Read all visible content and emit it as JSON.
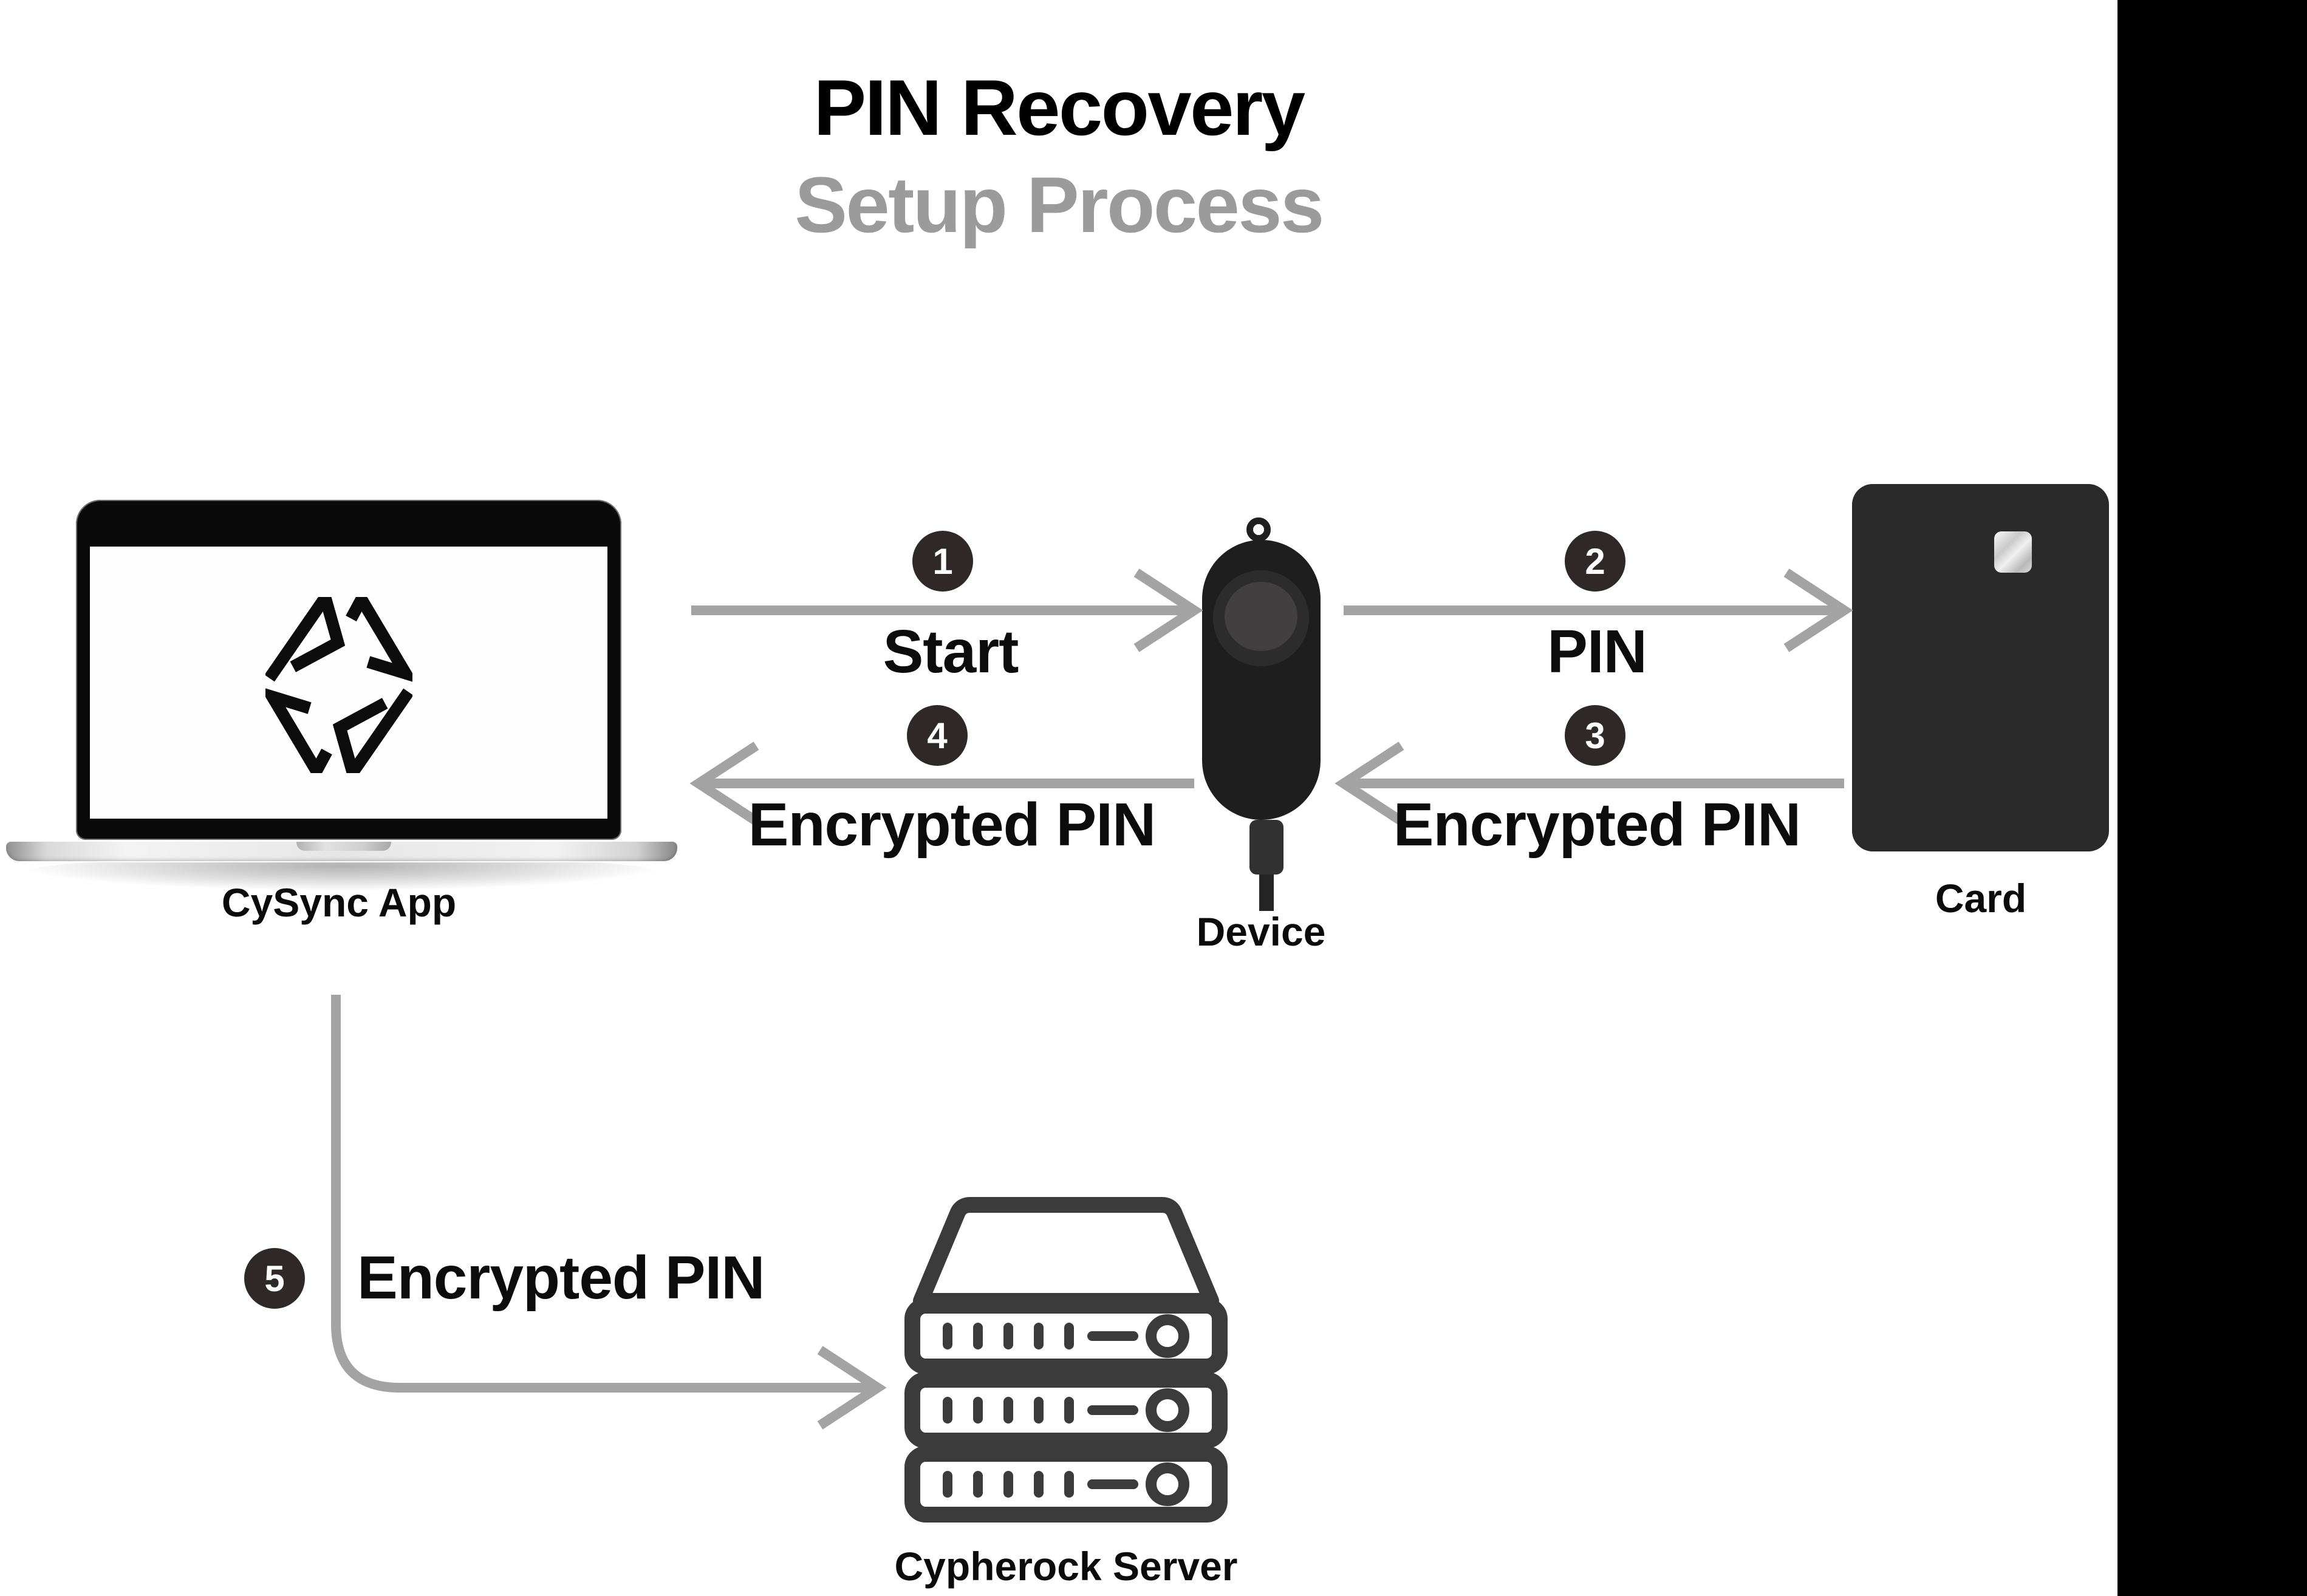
{
  "header": {
    "title": "PIN Recovery",
    "subtitle": "Setup Process"
  },
  "nodes": {
    "cysync": {
      "label": "CySync App",
      "icon": "laptop-with-cypherock-logo-icon"
    },
    "device": {
      "label": "Device",
      "icon": "hardware-wallet-device-icon"
    },
    "card": {
      "label": "Card",
      "icon": "smart-card-with-chip-icon"
    },
    "server": {
      "label": "Cypherock Server",
      "icon": "server-rack-icon"
    }
  },
  "steps": [
    {
      "number": "1",
      "label": "Start",
      "from": "cysync",
      "to": "device"
    },
    {
      "number": "2",
      "label": "PIN",
      "from": "device",
      "to": "card"
    },
    {
      "number": "3",
      "label": "Encrypted PIN",
      "from": "card",
      "to": "device"
    },
    {
      "number": "4",
      "label": "Encrypted PIN",
      "from": "device",
      "to": "cysync"
    },
    {
      "number": "5",
      "label": "Encrypted PIN",
      "from": "cysync",
      "to": "server"
    }
  ],
  "colors": {
    "background": "#ffffff",
    "right_panel": "#000000",
    "title_text": "#000000",
    "subtitle_text": "#9b9b9b",
    "arrow_gray": "#a3a3a3",
    "badge_background": "#2e2828",
    "badge_text": "#ffffff",
    "step_label_text": "#0c0c0c",
    "device_body": "#1f1e1e",
    "card_body": "#2b2a2a",
    "server_outline": "#3b3b3b"
  }
}
